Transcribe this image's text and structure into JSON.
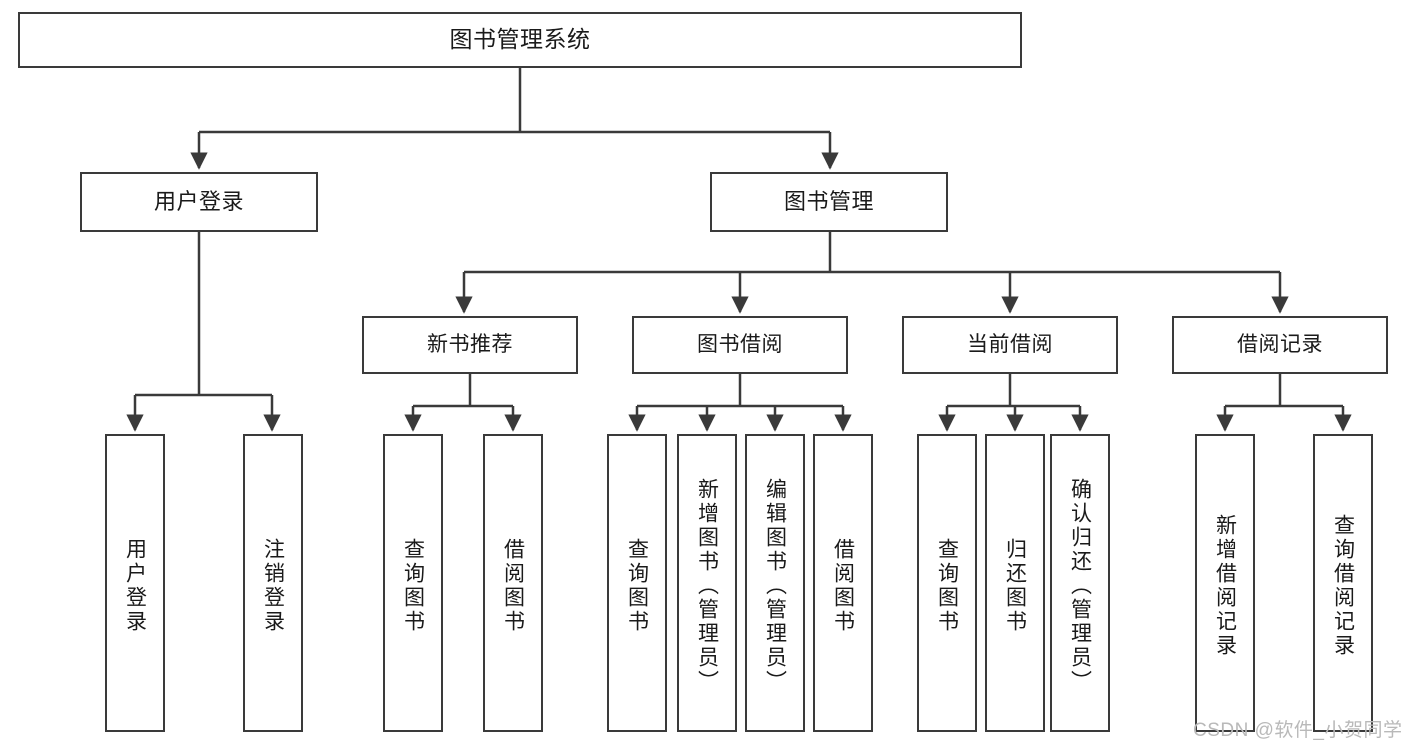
{
  "diagram": {
    "title": "图书管理系统",
    "type": "hierarchy-tree",
    "style": {
      "box_border": "#3a3a3a",
      "box_fill": "#ffffff",
      "line": "#3a3a3a",
      "text": "#1a1a1a",
      "background": "#ffffff",
      "watermark_color": "#b9b9b9"
    },
    "levels": {
      "root": {
        "label": "图书管理系统"
      },
      "level2": [
        {
          "label": "用户登录"
        },
        {
          "label": "图书管理"
        }
      ],
      "level3": [
        {
          "label": "新书推荐"
        },
        {
          "label": "图书借阅"
        },
        {
          "label": "当前借阅"
        },
        {
          "label": "借阅记录"
        }
      ],
      "leaves": [
        {
          "label": "用户登录"
        },
        {
          "label": "注销登录"
        },
        {
          "label": "查询图书"
        },
        {
          "label": "借阅图书"
        },
        {
          "label": "查询图书"
        },
        {
          "label": "新增图书（管理员）"
        },
        {
          "label": "编辑图书（管理员）"
        },
        {
          "label": "借阅图书"
        },
        {
          "label": "查询图书"
        },
        {
          "label": "归还图书"
        },
        {
          "label": "确认归还（管理员）"
        },
        {
          "label": "新增借阅记录"
        },
        {
          "label": "查询借阅记录"
        }
      ]
    }
  },
  "watermark": {
    "text": "CSDN @软件_小贺同学"
  }
}
